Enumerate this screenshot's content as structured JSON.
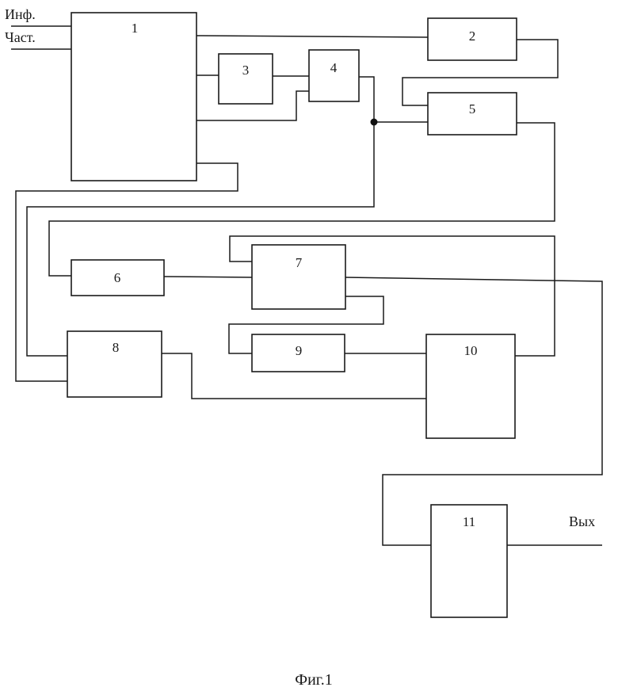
{
  "inputs": {
    "info": "Инф.",
    "freq": "Част."
  },
  "output": {
    "label": "Вых"
  },
  "blocks": {
    "b1": "1",
    "b2": "2",
    "b3": "3",
    "b4": "4",
    "b5": "5",
    "b6": "6",
    "b7": "7",
    "b8": "8",
    "b9": "9",
    "b10": "10",
    "b11": "11"
  },
  "caption": "Фиг.1"
}
